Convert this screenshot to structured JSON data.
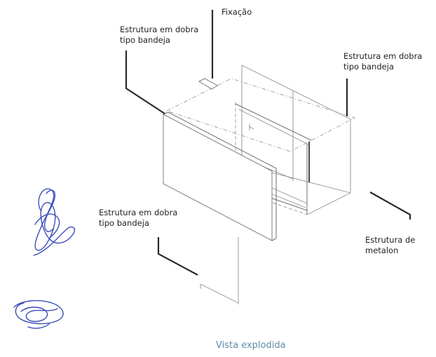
{
  "labels": {
    "fixacao": "Fixação",
    "top_left": [
      "Estrutura em dobra",
      "tipo bandeja"
    ],
    "top_right": [
      "Estrutura em dobra",
      "tipo bandeja"
    ],
    "bottom_left": [
      "Estrutura em dobra",
      "tipo bandeja"
    ],
    "metalon": [
      "Estrutura de",
      "metalon"
    ]
  },
  "caption": "Vista explodida",
  "colors": {
    "caption": "#5c8ea8",
    "signature_ink": "#3b4fb8",
    "leader": "#2b2b2b"
  }
}
